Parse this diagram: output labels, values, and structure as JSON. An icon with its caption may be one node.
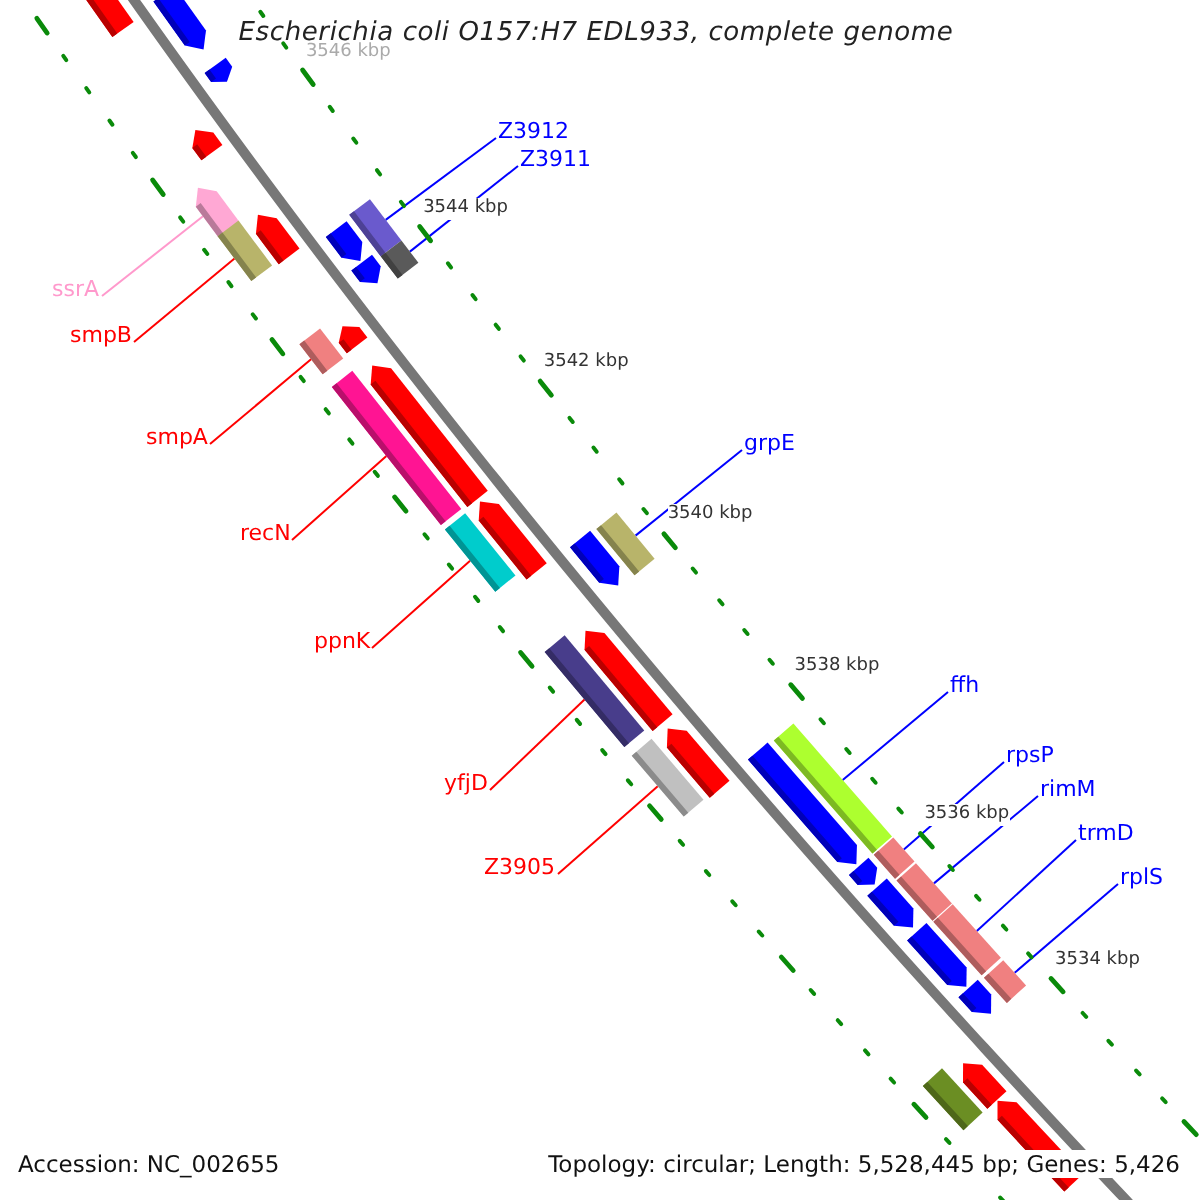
{
  "diagram": {
    "title": "Escherichia coli O157:H7 EDL933, complete genome",
    "nodes": [
      {
        "text": [
          "Z3912"
        ]
      },
      {
        "text": [],
        "shape": "box"
      },
      {
        "text": [
          "Z3911"
        ]
      },
      {
        "text": [],
        "shape": "box"
      },
      {
        "text": [
          "ssrA"
        ]
      },
      {
        "text": [],
        "shape": "pentagon"
      },
      {
        "text": [
          "smpB"
        ]
      },
      {
        "text": [],
        "shape": "box"
      },
      {
        "text": [
          "smpA"
        ]
      },
      {
        "text": [],
        "shape": "box"
      },
      {
        "text": [
          "grpE"
        ]
      },
      {
        "text": [],
        "shape": "box"
      },
      {
        "text": [
          "recN"
        ]
      },
      {
        "text": [],
        "shape": "box"
      },
      {
        "text": [
          "ppnK"
        ]
      },
      {
        "text": [],
        "shape": "box"
      },
      {
        "text": [
          "ffh"
        ]
      },
      {
        "text": [],
        "shape": "box"
      },
      {
        "text": [
          "rpsP"
        ]
      },
      {
        "text": [],
        "shape": "box"
      },
      {
        "text": [
          "yfjD"
        ]
      },
      {
        "text": [],
        "shape": "box"
      },
      {
        "text": [
          "rimM"
        ]
      },
      {
        "text": [],
        "shape": "box"
      },
      {
        "text": [
          "trmD"
        ]
      },
      {
        "text": [],
        "shape": "box"
      },
      {
        "text": [
          "Z3905"
        ]
      },
      {
        "text": [],
        "shape": "box"
      },
      {
        "text": [
          "rplS"
        ]
      },
      {
        "text": [],
        "shape": "box"
      },
      {
        "text": [],
        "shape": "pentagon"
      },
      {
        "text": [],
        "shape": "pentagon"
      },
      {
        "text": [],
        "shape": "pentagon"
      },
      {
        "text": [],
        "shape": "pentagon"
      },
      {
        "text": [],
        "shape": "pentagon"
      },
      {
        "text": [],
        "shape": "pentagon"
      },
      {
        "text": [],
        "shape": "pentagon"
      },
      {
        "text": [],
        "shape": "pentagon"
      },
      {
        "text": [],
        "shape": "pentagon"
      },
      {
        "text": [],
        "shape": "pentagon"
      },
      {
        "text": [],
        "shape": "pentagon"
      },
      {
        "text": [],
        "shape": "pentagon"
      },
      {
        "text": [],
        "shape": "pentagon"
      },
      {
        "text": [],
        "shape": "pentagon"
      },
      {
        "text": [],
        "shape": "pentagon"
      },
      {
        "text": [],
        "shape": "pentagon"
      },
      {
        "text": [],
        "shape": "pentagon"
      },
      {
        "text": [],
        "shape": "pentagon"
      },
      {
        "text": [],
        "shape": "pentagon"
      },
      {
        "text": [],
        "shape": "box"
      },
      {
        "text": [],
        "shape": "pentagon"
      }
    ],
    "edges": [
      {
        "from": 0,
        "to": 1,
        "arrow": "none"
      },
      {
        "from": 2,
        "to": 3,
        "arrow": "none"
      },
      {
        "from": 4,
        "to": 5,
        "arrow": "none",
        "color": "#ff99cc"
      },
      {
        "from": 6,
        "to": 7,
        "arrow": "none",
        "color": "#ff0000"
      },
      {
        "from": 8,
        "to": 9,
        "arrow": "none",
        "color": "#ff0000"
      },
      {
        "from": 10,
        "to": 11,
        "arrow": "none"
      },
      {
        "from": 12,
        "to": 13,
        "arrow": "none",
        "color": "#ff0000"
      },
      {
        "from": 14,
        "to": 15,
        "arrow": "none",
        "color": "#ff0000"
      },
      {
        "from": 16,
        "to": 17,
        "arrow": "none"
      },
      {
        "from": 18,
        "to": 19,
        "arrow": "none"
      },
      {
        "from": 20,
        "to": 21,
        "arrow": "none",
        "color": "#ff0000"
      },
      {
        "from": 22,
        "to": 23,
        "arrow": "none"
      },
      {
        "from": 24,
        "to": 25,
        "arrow": "none"
      },
      {
        "from": 26,
        "to": 27,
        "arrow": "none",
        "color": "#ff0000"
      },
      {
        "from": 28,
        "to": 29,
        "arrow": "none"
      }
    ],
    "labels": [
      "3546 kbp",
      "3544 kbp",
      "3542 kbp",
      "3540 kbp",
      "3538 kbp",
      "3536 kbp",
      "3534 kbp",
      "Accession: NC_002655",
      "Topology: circular; Length: 5,528,445 bp; Genes: 5,426"
    ]
  }
}
